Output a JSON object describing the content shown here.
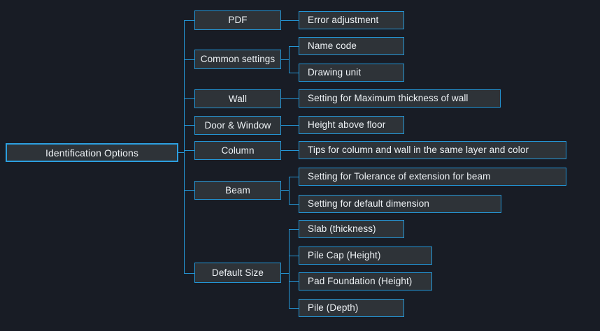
{
  "diagram": {
    "title": "Identification Options",
    "type": "mind-map",
    "colors": {
      "background": "#181c25",
      "node_fill": "#2e3338",
      "node_border": "#2496d6",
      "connector": "#2496d6",
      "text": "#eef2f5"
    },
    "root": {
      "label": "Identification Options"
    },
    "branches": [
      {
        "label": "PDF",
        "children": [
          {
            "label": "Error adjustment"
          }
        ]
      },
      {
        "label": "Common settings",
        "children": [
          {
            "label": "Name code"
          },
          {
            "label": "Drawing unit"
          }
        ]
      },
      {
        "label": "Wall",
        "children": [
          {
            "label": "Setting for Maximum thickness of wall"
          }
        ]
      },
      {
        "label": "Door & Window",
        "children": [
          {
            "label": "Height above floor"
          }
        ]
      },
      {
        "label": "Column",
        "children": [
          {
            "label": "Tips for column and wall in the same layer and color"
          }
        ]
      },
      {
        "label": "Beam",
        "children": [
          {
            "label": "Setting for Tolerance of extension for beam"
          },
          {
            "label": "Setting for default dimension"
          }
        ]
      },
      {
        "label": "Default Size",
        "children": [
          {
            "label": "Slab (thickness)"
          },
          {
            "label": "Pile Cap (Height)"
          },
          {
            "label": "Pad Foundation (Height)"
          },
          {
            "label": "Pile (Depth)"
          }
        ]
      }
    ]
  }
}
